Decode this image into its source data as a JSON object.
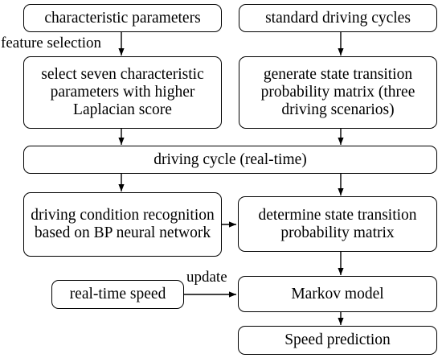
{
  "nodes": {
    "characteristic_parameters": "characteristic parameters",
    "standard_driving_cycles": "standard driving cycles",
    "select_parameters": "select seven characteristic parameters with higher Laplacian score",
    "generate_matrix": "generate state transition probability matrix (three driving scenarios)",
    "driving_cycle": "driving cycle (real-time)",
    "condition_recognition": "driving condition recognition based on BP neural network",
    "determine_matrix": "determine state transition probability matrix",
    "real_time_speed": "real-time speed",
    "markov_model": "Markov model",
    "speed_prediction": "Speed prediction"
  },
  "edge_labels": {
    "feature_selection": "feature selection",
    "update": "update"
  }
}
